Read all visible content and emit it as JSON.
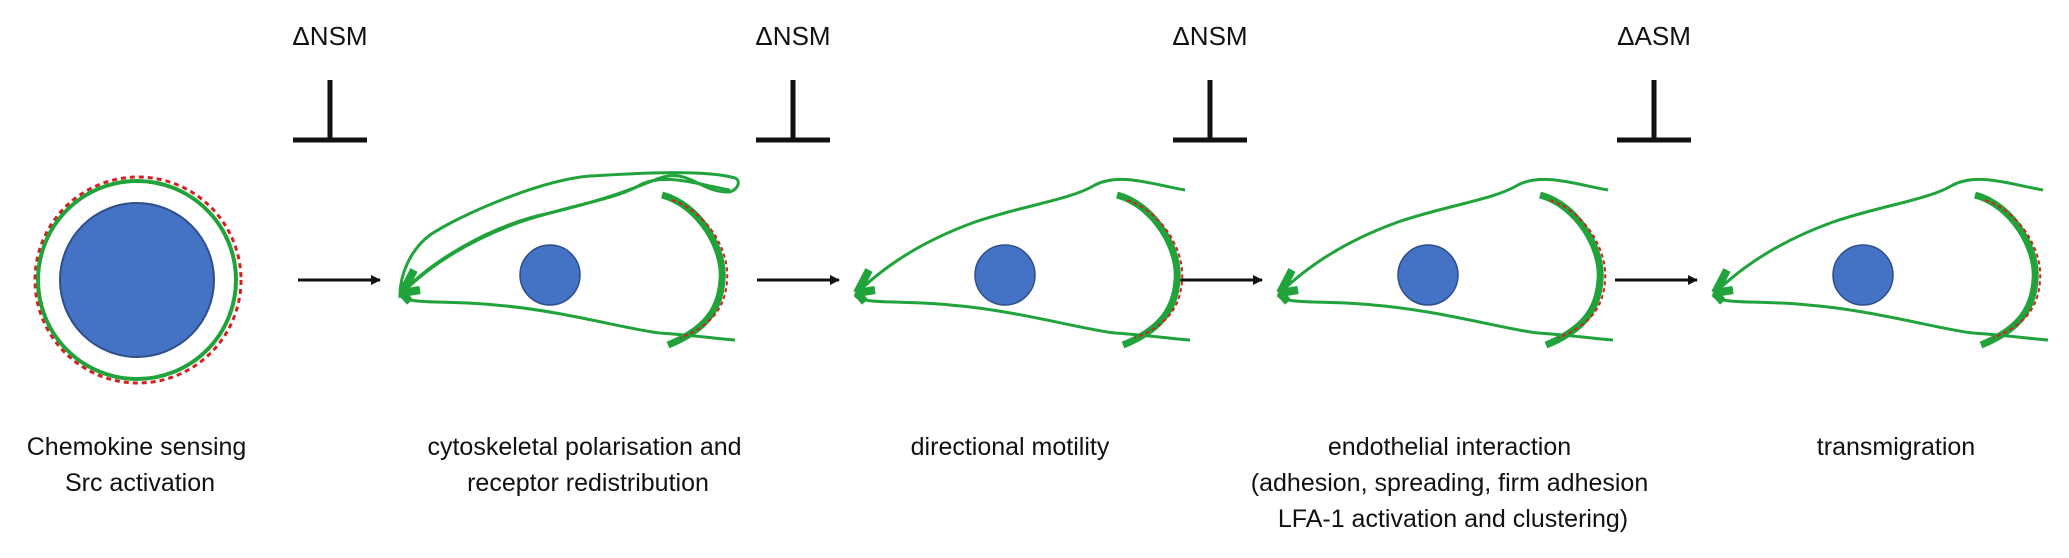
{
  "colors": {
    "nucleus": "#4472c4",
    "membrane": "#1fa33a",
    "raft_marker": "#d62020",
    "arrow": "#111111",
    "text": "#111111"
  },
  "inhibitors": [
    {
      "label": "ΔNSM"
    },
    {
      "label": "ΔNSM"
    },
    {
      "label": "ΔNSM"
    },
    {
      "label": "ΔASM"
    }
  ],
  "stages": [
    {
      "lines": [
        "Chemokine sensing",
        "Src activation"
      ]
    },
    {
      "lines": [
        "cytoskeletal polarisation and",
        "receptor redistribution"
      ]
    },
    {
      "lines": [
        "directional motility"
      ]
    },
    {
      "lines": [
        "endothelial interaction",
        "(adhesion, spreading, firm adhesion",
        "LFA-1 activation and clustering)"
      ]
    },
    {
      "lines": [
        "transmigration"
      ]
    }
  ]
}
